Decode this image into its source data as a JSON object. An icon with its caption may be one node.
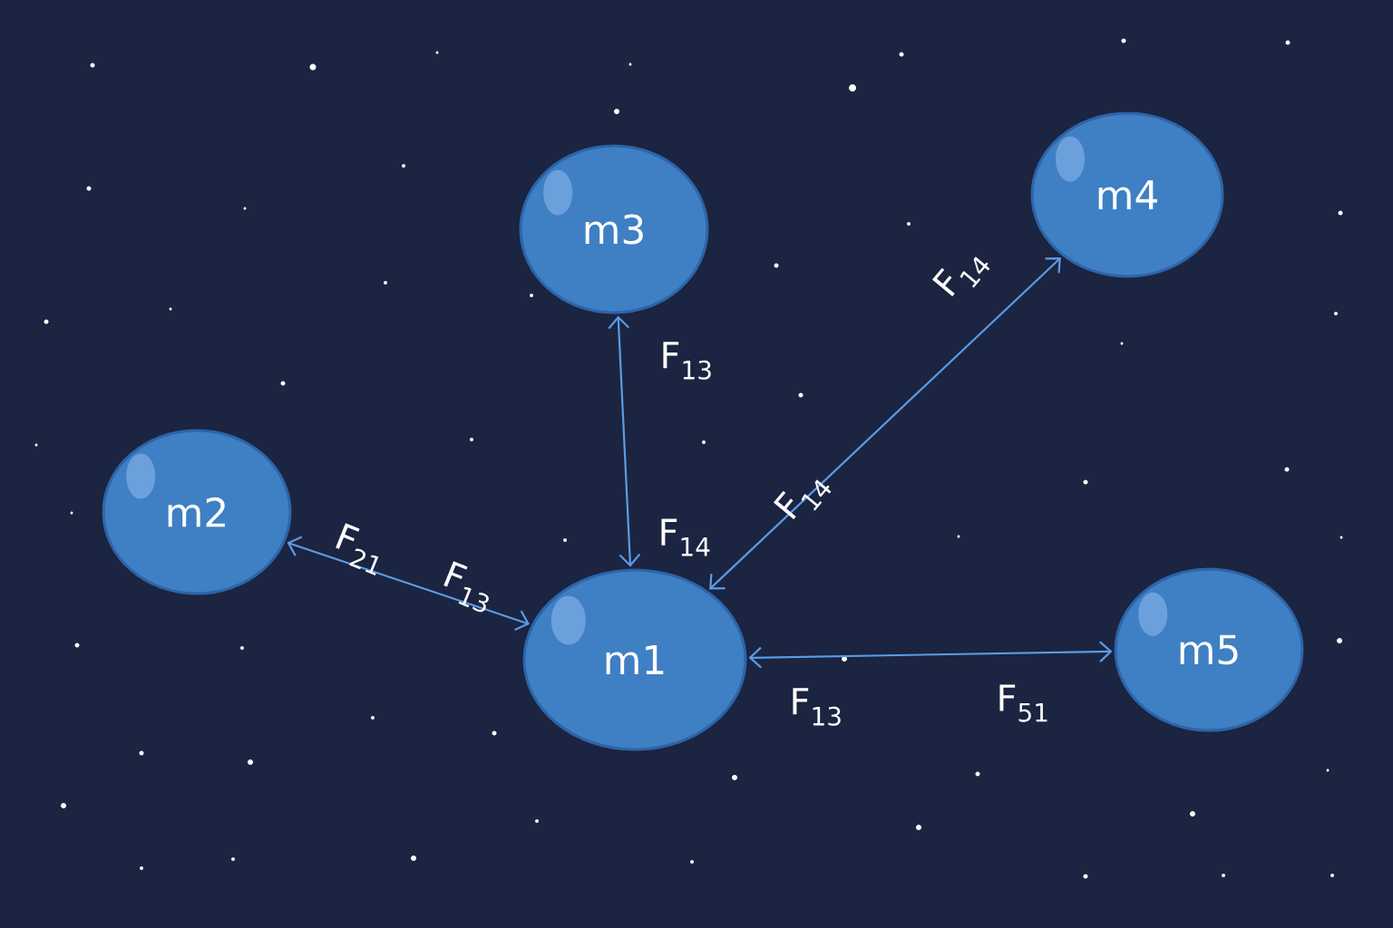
{
  "diagram": {
    "nodes": [
      {
        "text": [
          "m1"
        ]
      },
      {
        "text": [
          "m2"
        ]
      },
      {
        "text": [
          "m3"
        ]
      },
      {
        "text": [
          "m4"
        ]
      },
      {
        "text": [
          "m5"
        ]
      }
    ],
    "edges": [
      {
        "from": 1,
        "to": 0,
        "arrow": "both"
      },
      {
        "from": 2,
        "to": 0,
        "arrow": "both"
      },
      {
        "from": 3,
        "to": 0,
        "arrow": "both"
      },
      {
        "from": 0,
        "to": 4,
        "arrow": "both"
      }
    ],
    "labels": [
      "F$_{14}$",
      "F$_{13}$",
      "F$_{14}$",
      "F$_{21}$",
      "F$_{14}$",
      "F$_{13}$",
      "F$_{13}$",
      "F$_{51}$"
    ]
  }
}
